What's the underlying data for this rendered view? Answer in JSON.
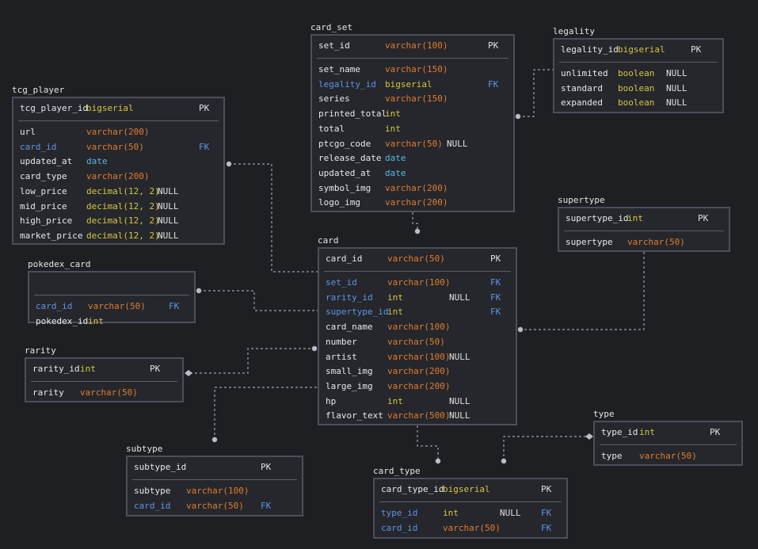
{
  "colors": {
    "background": "#1e1f23",
    "table_fill": "#25272c",
    "table_border": "#4a4f58",
    "fk_column": "#5e95e6",
    "type_varchar": "#e07d2e",
    "type_numeric": "#d6c640",
    "type_date": "#56b8e6",
    "connector": "#9aa0a8"
  },
  "tables": [
    {
      "name": "card_set",
      "pk": {
        "column": "set_id",
        "type": "varchar(100)",
        "null": "",
        "key": "PK"
      },
      "columns": [
        {
          "column": "set_name",
          "type": "varchar(150)",
          "null": "",
          "key": "",
          "fk": false
        },
        {
          "column": "legality_id",
          "type": "bigserial",
          "null": "",
          "key": "FK",
          "fk": true
        },
        {
          "column": "series",
          "type": "varchar(150)",
          "null": "",
          "key": "",
          "fk": false
        },
        {
          "column": "printed_total",
          "type": "int",
          "null": "",
          "key": "",
          "fk": false
        },
        {
          "column": "total",
          "type": "int",
          "null": "",
          "key": "",
          "fk": false
        },
        {
          "column": "ptcgo_code",
          "type": "varchar(50)",
          "null": "NULL",
          "key": "",
          "fk": false
        },
        {
          "column": "release_date",
          "type": "date",
          "null": "",
          "key": "",
          "fk": false
        },
        {
          "column": "updated_at",
          "type": "date",
          "null": "",
          "key": "",
          "fk": false
        },
        {
          "column": "symbol_img",
          "type": "varchar(200)",
          "null": "",
          "key": "",
          "fk": false
        },
        {
          "column": "logo_img",
          "type": "varchar(200)",
          "null": "",
          "key": "",
          "fk": false
        }
      ]
    },
    {
      "name": "legality",
      "pk": {
        "column": "legality_id",
        "type": "bigserial",
        "null": "",
        "key": "PK"
      },
      "columns": [
        {
          "column": "unlimited",
          "type": "boolean",
          "null": "NULL",
          "key": "",
          "fk": false
        },
        {
          "column": "standard",
          "type": "boolean",
          "null": "NULL",
          "key": "",
          "fk": false
        },
        {
          "column": "expanded",
          "type": "boolean",
          "null": "NULL",
          "key": "",
          "fk": false
        }
      ]
    },
    {
      "name": "tcg_player",
      "pk": {
        "column": "tcg_player_id",
        "type": "bigserial",
        "null": "",
        "key": "PK"
      },
      "columns": [
        {
          "column": "url",
          "type": "varchar(200)",
          "null": "",
          "key": "",
          "fk": false
        },
        {
          "column": "card_id",
          "type": "varchar(50)",
          "null": "",
          "key": "FK",
          "fk": true
        },
        {
          "column": "updated_at",
          "type": "date",
          "null": "",
          "key": "",
          "fk": false
        },
        {
          "column": "card_type",
          "type": "varchar(200)",
          "null": "",
          "key": "",
          "fk": false
        },
        {
          "column": "low_price",
          "type": "decimal(12, 2)",
          "null": "NULL",
          "key": "",
          "fk": false
        },
        {
          "column": "mid_price",
          "type": "decimal(12, 2)",
          "null": "NULL",
          "key": "",
          "fk": false
        },
        {
          "column": "high_price",
          "type": "decimal(12, 2)",
          "null": "NULL",
          "key": "",
          "fk": false
        },
        {
          "column": "market_price",
          "type": "decimal(12, 2)",
          "null": "NULL",
          "key": "",
          "fk": false
        }
      ]
    },
    {
      "name": "supertype",
      "pk": {
        "column": "supertype_id",
        "type": "int",
        "null": "",
        "key": "PK"
      },
      "columns": [
        {
          "column": "supertype",
          "type": "varchar(50)",
          "null": "",
          "key": "",
          "fk": false
        }
      ]
    },
    {
      "name": "card",
      "pk": {
        "column": "card_id",
        "type": "varchar(50)",
        "null": "",
        "key": "PK"
      },
      "columns": [
        {
          "column": "set_id",
          "type": "varchar(100)",
          "null": "",
          "key": "FK",
          "fk": true
        },
        {
          "column": "rarity_id",
          "type": "int",
          "null": "NULL",
          "key": "FK",
          "fk": true
        },
        {
          "column": "supertype_id",
          "type": "int",
          "null": "",
          "key": "FK",
          "fk": true
        },
        {
          "column": "card_name",
          "type": "varchar(100)",
          "null": "",
          "key": "",
          "fk": false
        },
        {
          "column": "number",
          "type": "varchar(50)",
          "null": "",
          "key": "",
          "fk": false
        },
        {
          "column": "artist",
          "type": "varchar(100)",
          "null": "NULL",
          "key": "",
          "fk": false
        },
        {
          "column": "small_img",
          "type": "varchar(200)",
          "null": "",
          "key": "",
          "fk": false
        },
        {
          "column": "large_img",
          "type": "varchar(200)",
          "null": "",
          "key": "",
          "fk": false
        },
        {
          "column": "hp",
          "type": "int",
          "null": "NULL",
          "key": "",
          "fk": false
        },
        {
          "column": "flavor_text",
          "type": "varchar(500)",
          "null": "NULL",
          "key": "",
          "fk": false
        }
      ]
    },
    {
      "name": "pokedex_card",
      "pk": null,
      "columns": [
        {
          "column": "card_id",
          "type": "varchar(50)",
          "null": "",
          "key": "FK",
          "fk": true
        },
        {
          "column": "pokedex_id",
          "type": "int",
          "null": "",
          "key": "",
          "fk": false
        }
      ]
    },
    {
      "name": "rarity",
      "pk": {
        "column": "rarity_id",
        "type": "int",
        "null": "",
        "key": "PK"
      },
      "columns": [
        {
          "column": "rarity",
          "type": "varchar(50)",
          "null": "",
          "key": "",
          "fk": false
        }
      ]
    },
    {
      "name": "type",
      "pk": {
        "column": "type_id",
        "type": "int",
        "null": "",
        "key": "PK"
      },
      "columns": [
        {
          "column": "type",
          "type": "varchar(50)",
          "null": "",
          "key": "",
          "fk": false
        }
      ]
    },
    {
      "name": "subtype",
      "pk": {
        "column": "subtype_id",
        "type": "",
        "null": "",
        "key": "PK"
      },
      "columns": [
        {
          "column": "subtype",
          "type": "varchar(100)",
          "null": "",
          "key": "",
          "fk": false
        },
        {
          "column": "card_id",
          "type": "varchar(50)",
          "null": "",
          "key": "FK",
          "fk": true
        }
      ]
    },
    {
      "name": "card_type",
      "pk": {
        "column": "card_type_id",
        "type": "bigserial",
        "null": "",
        "key": "PK"
      },
      "columns": [
        {
          "column": "type_id",
          "type": "int",
          "null": "NULL",
          "key": "FK",
          "fk": true
        },
        {
          "column": "card_id",
          "type": "varchar(50)",
          "null": "",
          "key": "FK",
          "fk": true
        }
      ]
    }
  ]
}
